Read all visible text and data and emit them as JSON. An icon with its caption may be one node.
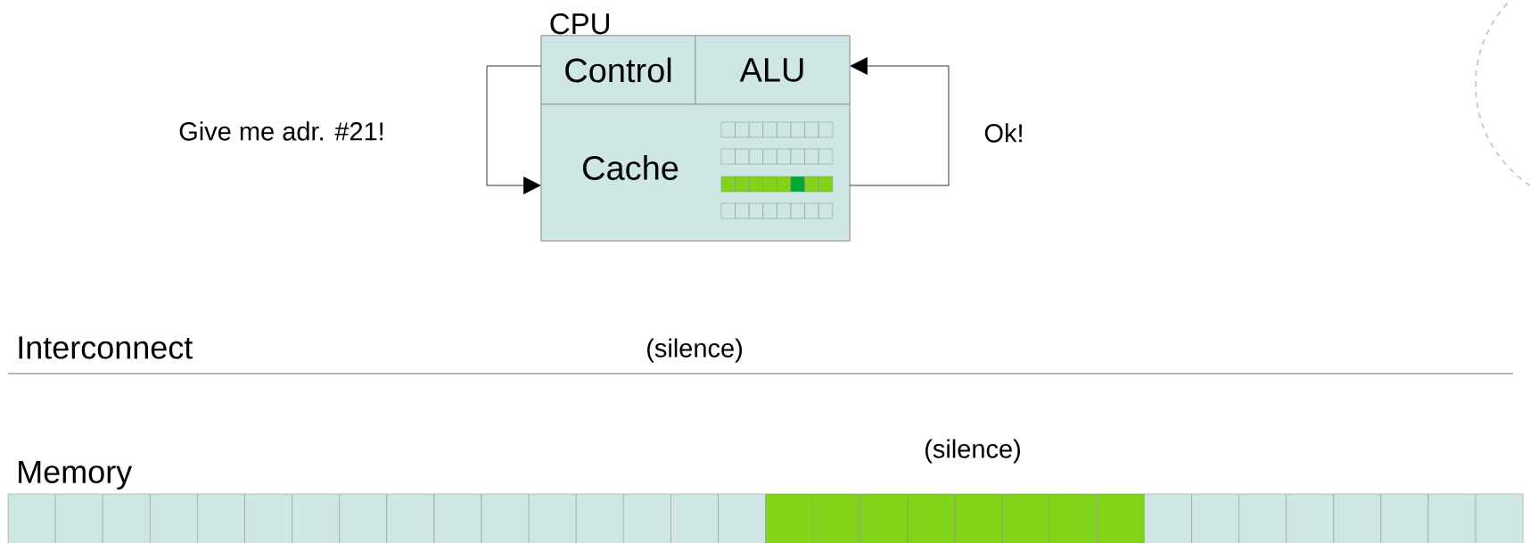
{
  "diagram": {
    "nodes": [
      {
        "text": [
          "CPU"
        ]
      },
      {
        "text": [
          "Control"
        ],
        "in": 0
      },
      {
        "text": [
          "ALU"
        ],
        "in": 0
      },
      {
        "text": [
          "Cache"
        ],
        "in": 0
      },
      {
        "text": [],
        "shape": "circle"
      }
    ],
    "edges": [
      {
        "from": 1,
        "to": 3,
        "arrow": "to"
      },
      {
        "from": 3,
        "to": 2,
        "arrow": "to"
      }
    ],
    "labels": [
      "Give me adr. #21!",
      "Ok!",
      "Interconnect",
      "(silence)",
      "(silence)",
      "Memory"
    ]
  }
}
